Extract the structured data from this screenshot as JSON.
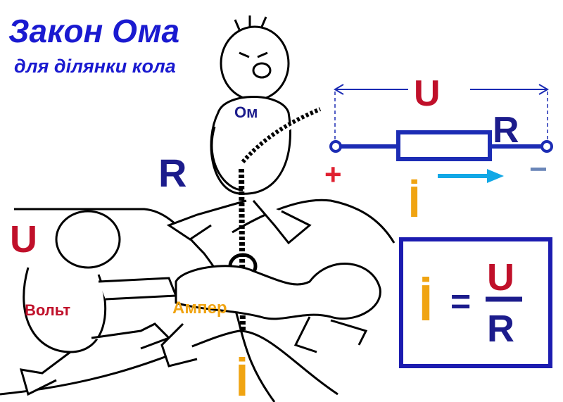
{
  "title": "Закон Ома",
  "subtitle": "для ділянки кола",
  "characters": {
    "ohm": "Ом",
    "volt": "Вольт",
    "ampere": "Ампер"
  },
  "scene_labels": {
    "resistance": "R",
    "voltage": "U",
    "current": "İ"
  },
  "circuit": {
    "voltage_label": "U",
    "resistor_label": "R",
    "plus": "+",
    "minus": "−",
    "current_label": "İ"
  },
  "formula": {
    "current": "İ",
    "equals": "=",
    "numerator": "U",
    "denominator": "R"
  },
  "colors": {
    "title": "#1a1ad0",
    "navy": "#1c1c8c",
    "red": "#c0102a",
    "orange": "#f0a412",
    "arrow": "#12a8e6",
    "circuit": "#1c2cb4"
  }
}
